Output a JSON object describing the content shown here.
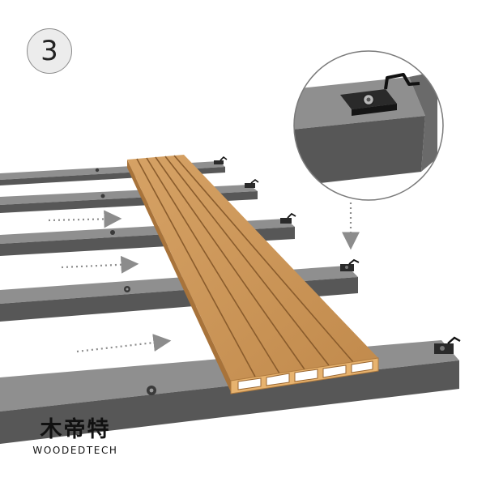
{
  "step": {
    "number": "3"
  },
  "brand": {
    "name_cn": "木帝特",
    "name_en": "WOODEDTECH"
  },
  "colors": {
    "background": "#ffffff",
    "joist_top": "#8f8f8f",
    "joist_side": "#575757",
    "board_top": "#cf9a5b",
    "board_groove": "#8a5c2c",
    "board_end": "#e7b36f",
    "arrow": "#8c8c8c",
    "clip": "#2a2a2a"
  },
  "joists": {
    "count": 5
  },
  "board": {
    "grooves": 5,
    "hollow_chambers": 5
  },
  "arrows": {
    "count": 3,
    "style": "dotted",
    "direction": "right"
  },
  "icons": [
    "fastening-clip-icon",
    "screw-head-icon"
  ]
}
